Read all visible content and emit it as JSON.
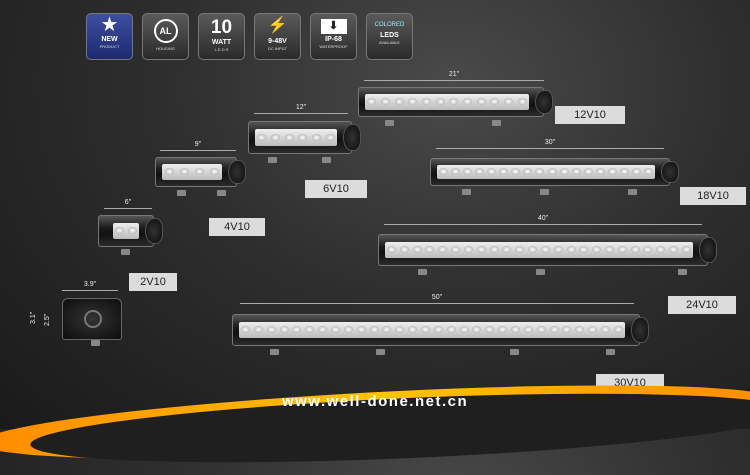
{
  "badges": [
    {
      "title": "NEW",
      "sub": "PRODUCT",
      "icon": "star-icon"
    },
    {
      "title": "AL",
      "sub": "HOUSING",
      "icon": "circle-icon"
    },
    {
      "title": "10",
      "line": "WATT",
      "sub": "L.E.D.S"
    },
    {
      "title": "9-48V",
      "sub": "DC INPUT",
      "icon": "lightning-icon"
    },
    {
      "title": "IP-68",
      "sub": "WATERPROOF",
      "icon": "waterproof-icon"
    },
    {
      "title": "COLORED",
      "line": "LEDS",
      "sub": "AVAILABLE"
    }
  ],
  "products": [
    {
      "model": "2V10",
      "length": "6\""
    },
    {
      "model": "4V10",
      "length": "9\""
    },
    {
      "model": "6V10",
      "length": "12\""
    },
    {
      "model": "12V10",
      "length": "21\""
    },
    {
      "model": "18V10",
      "length": "30\""
    },
    {
      "model": "24V10",
      "length": "40\""
    },
    {
      "model": "30V10",
      "length": "50\""
    }
  ],
  "side_view": {
    "width": "3.9\"",
    "height_outer": "3.1\"",
    "height_inner": "2.5\""
  },
  "website": "www.well-done.net.cn",
  "colors": {
    "accent": "#ffb000",
    "badge_blue": "#2a3a88"
  }
}
